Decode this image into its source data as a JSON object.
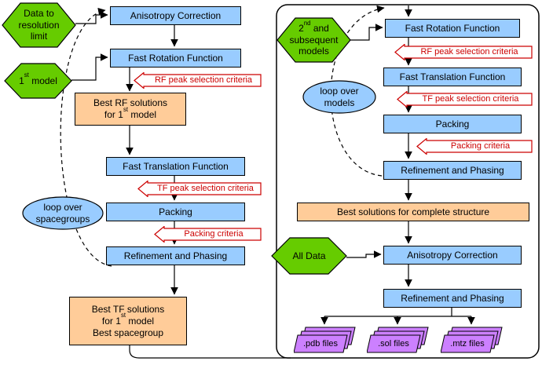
{
  "colors": {
    "blue": "#99CCFF",
    "orange": "#FFCC99",
    "green": "#66CC00",
    "red": "#CC0000",
    "purple": "#CC80FF"
  },
  "left": {
    "hex_data": {
      "line1": "Data to",
      "line2": "resolution",
      "line3": "limit"
    },
    "aniso": "Anisotropy Correction",
    "frf": "Fast Rotation Function",
    "hex_model": {
      "pre": "1",
      "sup": "st",
      "post": " model"
    },
    "callout_rf": "RF peak selection criteria",
    "best_rf": {
      "line1": "Best RF solutions",
      "pre": "for 1",
      "sup": "st",
      "post": " model"
    },
    "ftf": "Fast Translation Function",
    "callout_tf": "TF peak selection criteria",
    "packing": "Packing",
    "callout_packing": "Packing criteria",
    "refine": "Refinement and Phasing",
    "loop": {
      "line1": "loop over",
      "line2": "spacegroups"
    },
    "best_tf": {
      "line1": "Best TF solutions",
      "pre": "for 1",
      "sup": "st",
      "post": " model",
      "line3": "Best spacegroup"
    }
  },
  "right": {
    "hex_models": {
      "pre": "2",
      "sup": "nd",
      "post": " and",
      "line2": "subsequent",
      "line3": "models"
    },
    "frf": "Fast Rotation Function",
    "callout_rf": "RF peak selection criteria",
    "ftf": "Fast Translation Function",
    "callout_tf": "TF peak selection criteria",
    "loop": {
      "line1": "loop over",
      "line2": "models"
    },
    "packing": "Packing",
    "callout_packing": "Packing criteria",
    "refine": "Refinement and Phasing",
    "best_solutions": "Best solutions for complete structure",
    "hex_alldata": "All Data",
    "aniso": "Anisotropy Correction",
    "refine2": "Refinement and Phasing",
    "files": {
      "pdb": ".pdb files",
      "sol": ".sol files",
      "mtz": ".mtz files"
    }
  }
}
